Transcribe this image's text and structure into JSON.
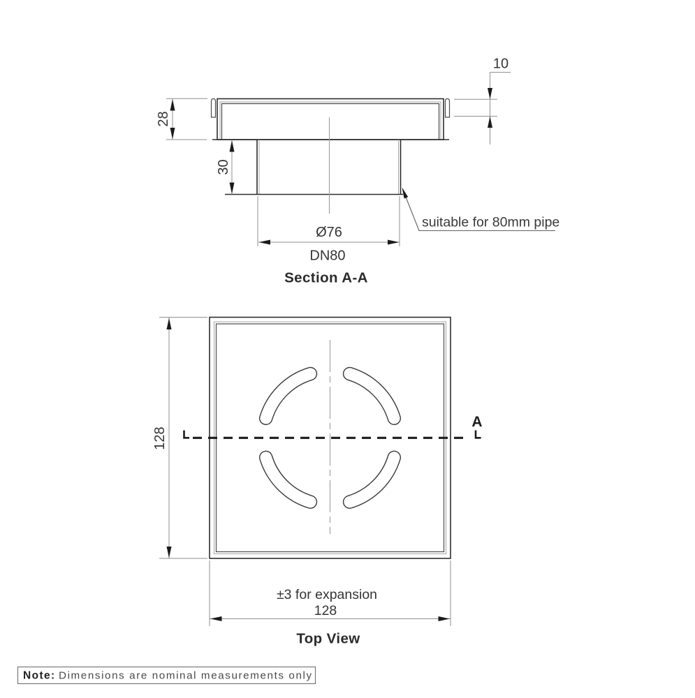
{
  "drawing": {
    "section_view": {
      "title": "Section A-A",
      "dim_frame_height": "28",
      "dim_lip_height": "10",
      "dim_spigot_height": "30",
      "dim_diameter": "Ø76",
      "dim_nominal": "DN80",
      "callout_pipe": "suitable for 80mm pipe"
    },
    "top_view": {
      "title": "Top View",
      "dim_height": "128",
      "dim_width": "128",
      "dim_expansion": "±3 for expansion",
      "section_marker": "A"
    },
    "note": {
      "label": "Note:",
      "text": "Dimensions are nominal measurements only"
    },
    "colors": {
      "object_line": "#2d2d2d",
      "thin_inner_line": "#a6a6a6",
      "dimension_line": "#8f8f8f",
      "section_line": "#1c1c1c",
      "text": "#353535",
      "background": "#ffffff"
    }
  }
}
